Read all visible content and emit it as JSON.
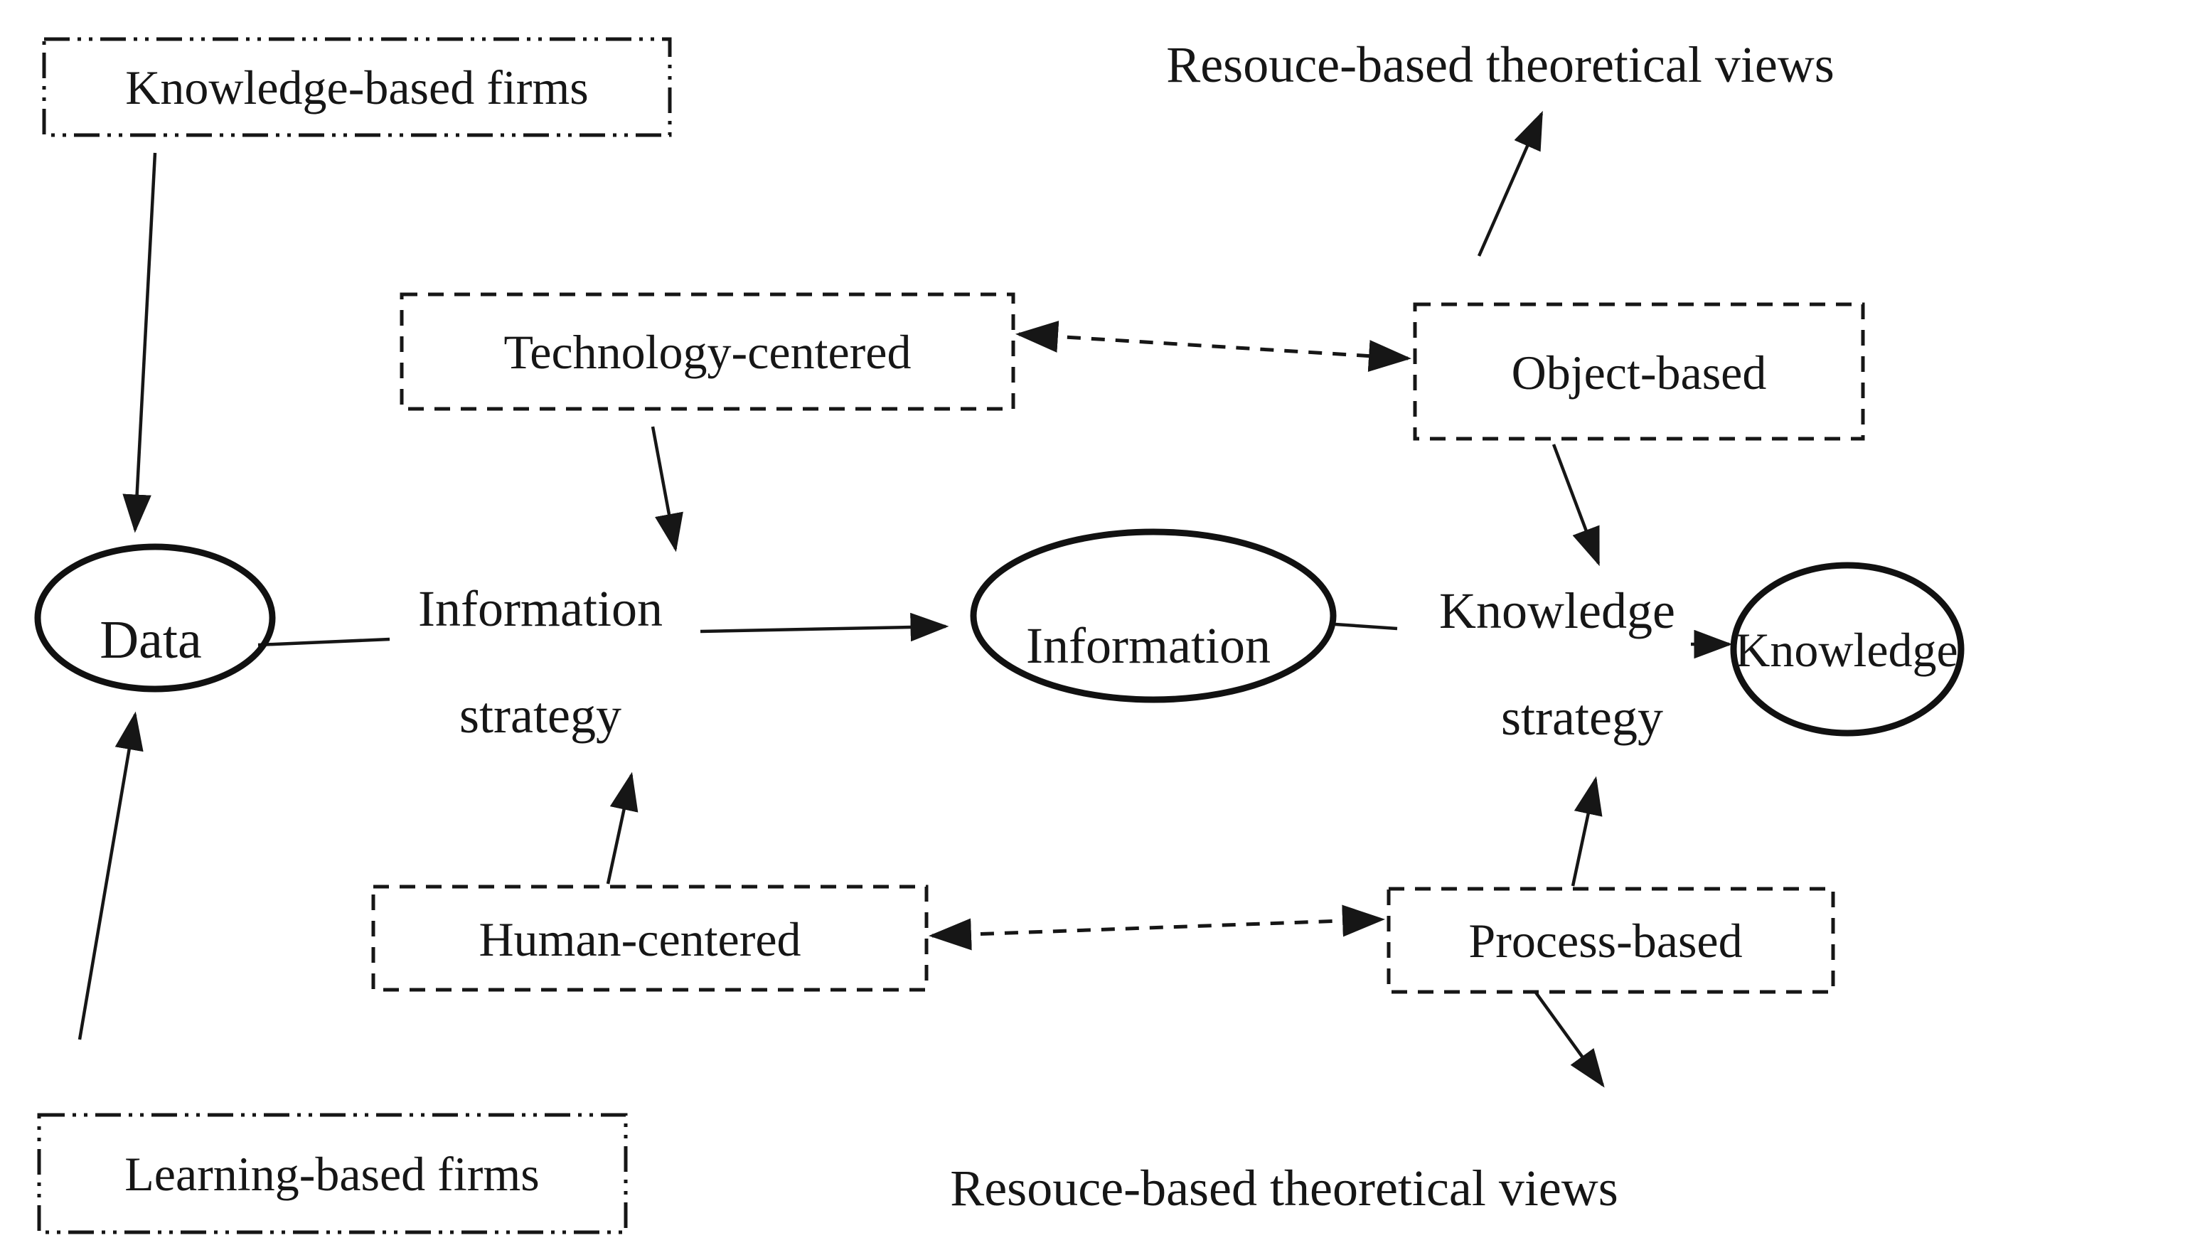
{
  "diagram": {
    "title": "Information strategy and knowledge strategy flow diagram",
    "background_color": "#ffffff",
    "ink_color": "#161616",
    "nodes": {
      "knowledge_based_firms": {
        "label": "Knowledge-based firms",
        "shape": "rectangle",
        "border": "dash-dot-dot"
      },
      "learning_based_firms": {
        "label": "Learning-based firms",
        "shape": "rectangle",
        "border": "dash-dot-dot"
      },
      "technology_centered": {
        "label": "Technology-centered",
        "shape": "rectangle",
        "border": "dashed"
      },
      "human_centered": {
        "label": "Human-centered",
        "shape": "rectangle",
        "border": "dashed"
      },
      "object_based": {
        "label": "Object-based",
        "shape": "rectangle",
        "border": "dashed"
      },
      "process_based": {
        "label": "Process-based",
        "shape": "rectangle",
        "border": "dashed"
      },
      "data": {
        "label": "Data",
        "shape": "ellipse"
      },
      "information": {
        "label": "Information",
        "shape": "ellipse"
      },
      "knowledge": {
        "label": "Knowledge",
        "shape": "ellipse"
      },
      "information_strategy": {
        "line1": "Information",
        "line2": "strategy",
        "shape": "text"
      },
      "knowledge_strategy": {
        "line1": "Knowledge",
        "line2": "strategy",
        "shape": "text"
      },
      "resource_view_top": {
        "label": "Resouce-based theoretical views",
        "shape": "text"
      },
      "resource_view_bottom": {
        "label": "Resouce-based theoretical views",
        "shape": "text"
      }
    },
    "connections": [
      {
        "from": "knowledge_based_firms",
        "to": "data",
        "style": "solid-arrow"
      },
      {
        "from": "learning_based_firms",
        "to": "data",
        "style": "solid-arrow"
      },
      {
        "from": "data",
        "to": "information_strategy",
        "style": "plain-line"
      },
      {
        "from": "technology_centered",
        "to": "information_strategy",
        "style": "solid-arrow"
      },
      {
        "from": "human_centered",
        "to": "information_strategy",
        "style": "solid-arrow"
      },
      {
        "from": "information_strategy",
        "to": "information",
        "style": "solid-arrow"
      },
      {
        "from": "information",
        "to": "knowledge_strategy",
        "style": "plain-line"
      },
      {
        "from": "object_based",
        "to": "knowledge_strategy",
        "style": "solid-arrow"
      },
      {
        "from": "process_based",
        "to": "knowledge_strategy",
        "style": "solid-arrow"
      },
      {
        "from": "knowledge_strategy",
        "to": "knowledge",
        "style": "solid-arrow"
      },
      {
        "from": "object_based",
        "to": "resource_view_top",
        "style": "solid-arrow"
      },
      {
        "from": "process_based",
        "to": "resource_view_bottom",
        "style": "solid-arrow"
      },
      {
        "from": "technology_centered",
        "to": "object_based",
        "style": "dashed-double-arrow"
      },
      {
        "from": "human_centered",
        "to": "process_based",
        "style": "dashed-double-arrow"
      }
    ]
  }
}
